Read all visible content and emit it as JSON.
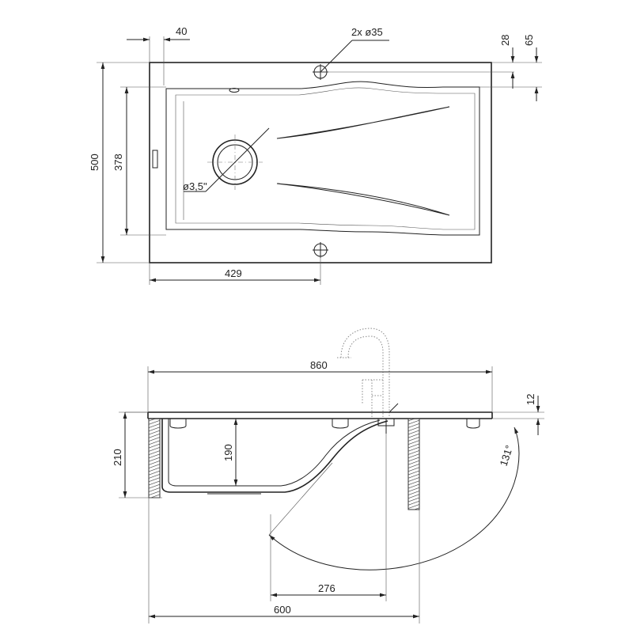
{
  "top_view": {
    "dims": {
      "offset_40": "40",
      "holes": "2x ø35",
      "d28": "28",
      "d65": "65",
      "width_500": "500",
      "bowl_378": "378",
      "drain": "ø3,5\"",
      "d429": "429"
    }
  },
  "side_view": {
    "dims": {
      "length_860": "860",
      "d12": "12",
      "depth_210": "210",
      "bowl_190": "190",
      "angle": "131°",
      "d276": "276",
      "d600": "600"
    }
  }
}
